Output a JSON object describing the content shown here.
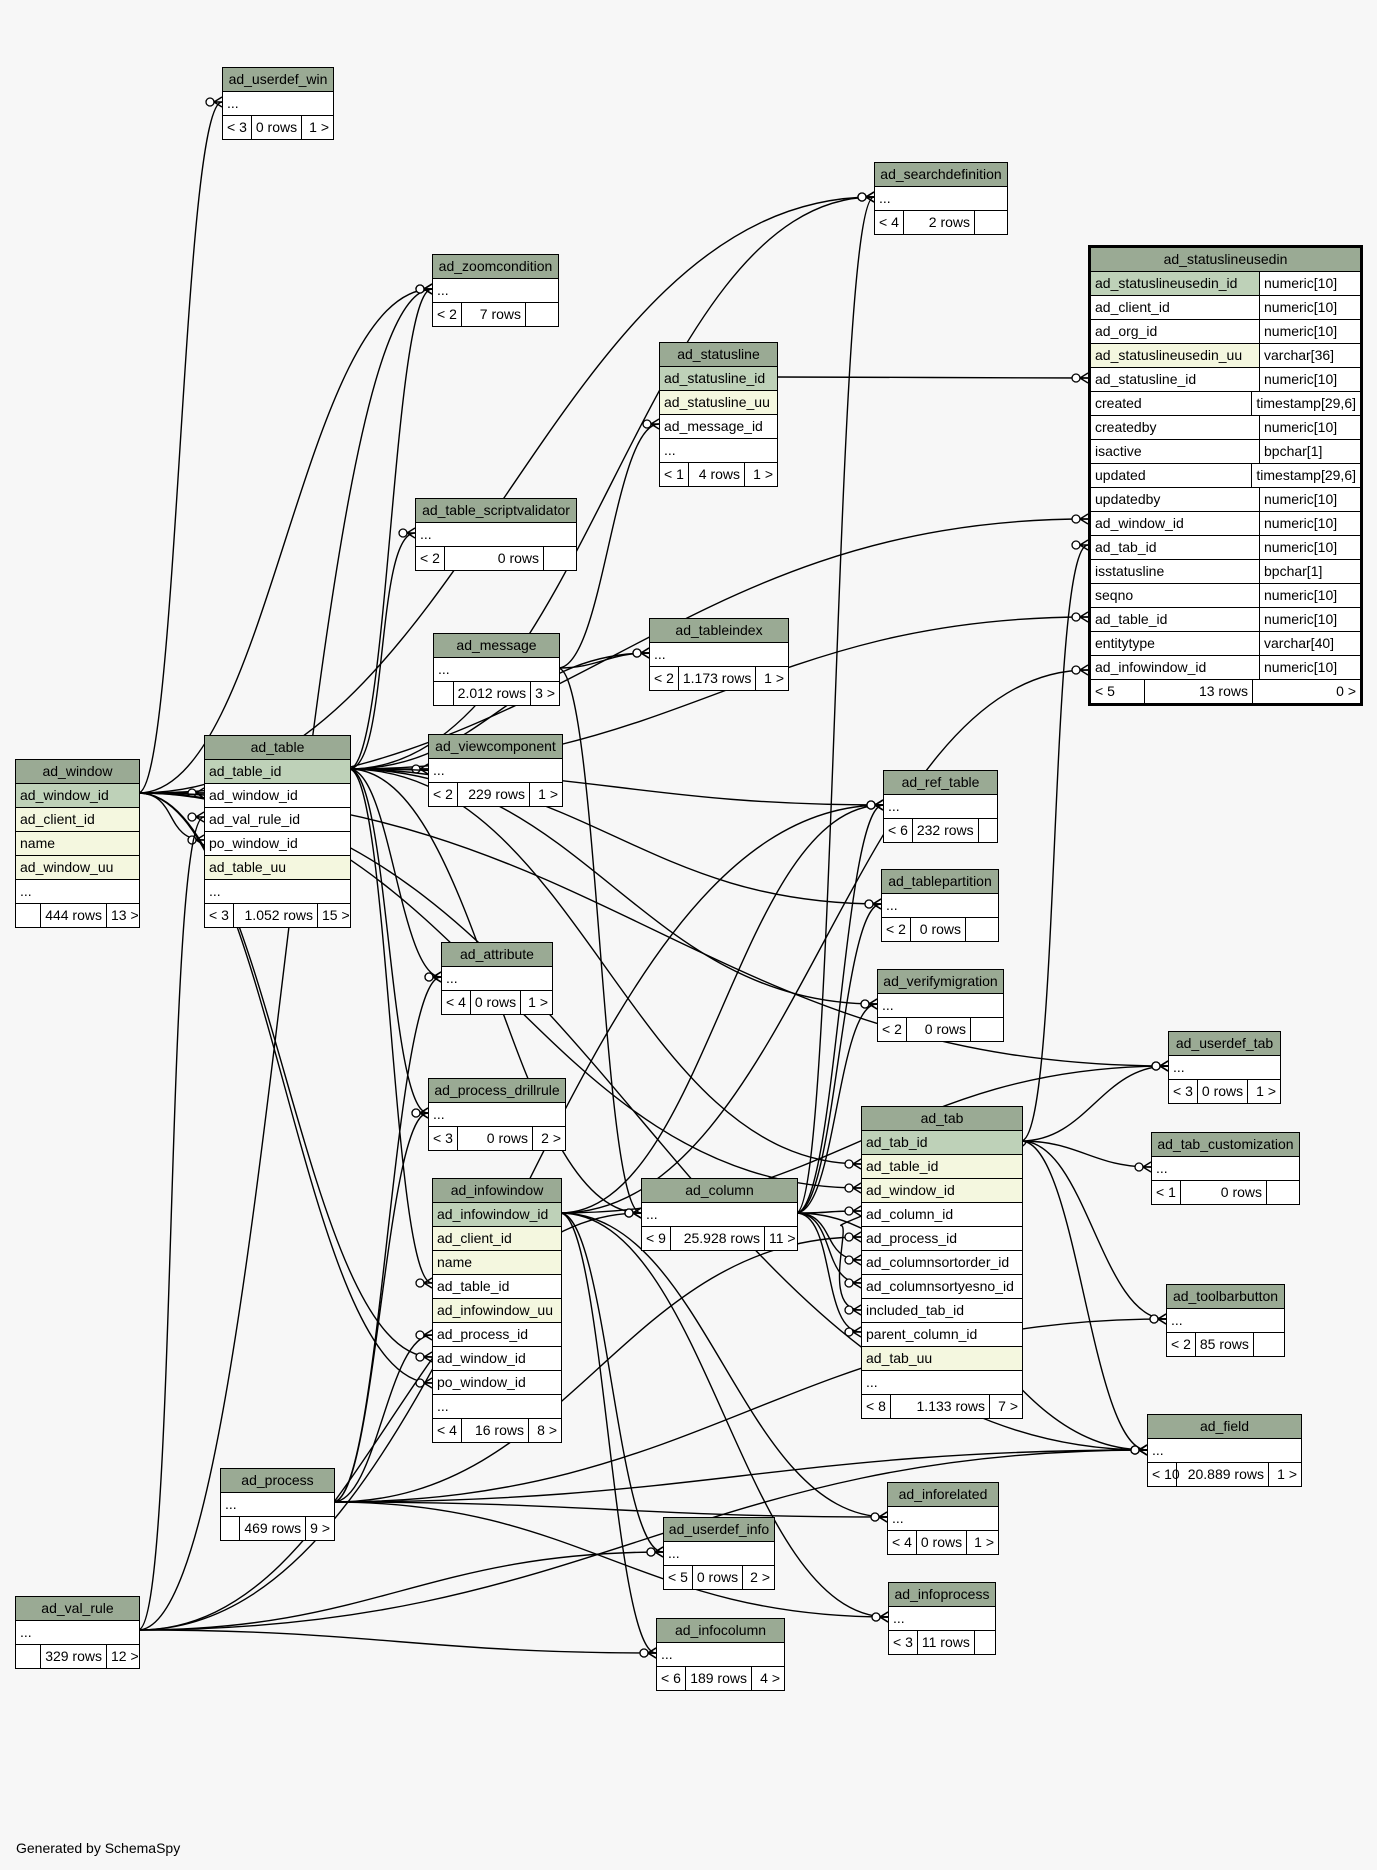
{
  "footer": {
    "credit": "Generated by SchemaSpy"
  },
  "tables": {
    "ad_userdef_win": {
      "title": "ad_userdef_win",
      "rows": [
        {
          "text": "..."
        }
      ],
      "foot": [
        "< 3",
        "0 rows",
        "1 >"
      ]
    },
    "ad_searchdefinition": {
      "title": "ad_searchdefinition",
      "rows": [
        {
          "text": "..."
        }
      ],
      "foot": [
        "< 4",
        "2 rows",
        ""
      ]
    },
    "ad_zoomcondition": {
      "title": "ad_zoomcondition",
      "rows": [
        {
          "text": "..."
        }
      ],
      "foot": [
        "< 2",
        "7 rows",
        ""
      ]
    },
    "ad_statusline": {
      "title": "ad_statusline",
      "rows": [
        {
          "text": "ad_statusline_id",
          "kind": "pk"
        },
        {
          "text": "ad_statusline_uu",
          "kind": "idx"
        },
        {
          "text": "ad_message_id"
        },
        {
          "text": "..."
        }
      ],
      "foot": [
        "< 1",
        "4 rows",
        "1 >"
      ]
    },
    "ad_table_scriptvalidator": {
      "title": "ad_table_scriptvalidator",
      "rows": [
        {
          "text": "..."
        }
      ],
      "foot": [
        "< 2",
        "0 rows",
        ""
      ]
    },
    "ad_message": {
      "title": "ad_message",
      "rows": [
        {
          "text": "..."
        }
      ],
      "foot": [
        "",
        "2.012 rows",
        "3 >"
      ]
    },
    "ad_tableindex": {
      "title": "ad_tableindex",
      "rows": [
        {
          "text": "..."
        }
      ],
      "foot": [
        "< 2",
        "1.173 rows",
        "1 >"
      ]
    },
    "ad_window": {
      "title": "ad_window",
      "rows": [
        {
          "text": "ad_window_id",
          "kind": "pk"
        },
        {
          "text": "ad_client_id",
          "kind": "idx"
        },
        {
          "text": "name",
          "kind": "idx"
        },
        {
          "text": "ad_window_uu",
          "kind": "idx"
        },
        {
          "text": "..."
        }
      ],
      "foot": [
        "",
        "444 rows",
        "13 >"
      ]
    },
    "ad_table": {
      "title": "ad_table",
      "rows": [
        {
          "text": "ad_table_id",
          "kind": "pk"
        },
        {
          "text": "ad_window_id"
        },
        {
          "text": "ad_val_rule_id"
        },
        {
          "text": "po_window_id"
        },
        {
          "text": "ad_table_uu",
          "kind": "idx"
        },
        {
          "text": "..."
        }
      ],
      "foot": [
        "< 3",
        "1.052 rows",
        "15 >"
      ]
    },
    "ad_viewcomponent": {
      "title": "ad_viewcomponent",
      "rows": [
        {
          "text": "..."
        }
      ],
      "foot": [
        "< 2",
        "229 rows",
        "1 >"
      ]
    },
    "ad_ref_table": {
      "title": "ad_ref_table",
      "rows": [
        {
          "text": "..."
        }
      ],
      "foot": [
        "< 6",
        "232 rows",
        ""
      ]
    },
    "ad_tablepartition": {
      "title": "ad_tablepartition",
      "rows": [
        {
          "text": "..."
        }
      ],
      "foot": [
        "< 2",
        "0 rows",
        ""
      ]
    },
    "ad_attribute": {
      "title": "ad_attribute",
      "rows": [
        {
          "text": "..."
        }
      ],
      "foot": [
        "< 4",
        "0 rows",
        "1 >"
      ]
    },
    "ad_verifymigration": {
      "title": "ad_verifymigration",
      "rows": [
        {
          "text": "..."
        }
      ],
      "foot": [
        "< 2",
        "0 rows",
        ""
      ]
    },
    "ad_userdef_tab": {
      "title": "ad_userdef_tab",
      "rows": [
        {
          "text": "..."
        }
      ],
      "foot": [
        "< 3",
        "0 rows",
        "1 >"
      ]
    },
    "ad_process_drillrule": {
      "title": "ad_process_drillrule",
      "rows": [
        {
          "text": "..."
        }
      ],
      "foot": [
        "< 3",
        "0 rows",
        "2 >"
      ]
    },
    "ad_tab": {
      "title": "ad_tab",
      "rows": [
        {
          "text": "ad_tab_id",
          "kind": "pk"
        },
        {
          "text": "ad_table_id",
          "kind": "idx"
        },
        {
          "text": "ad_window_id",
          "kind": "idx"
        },
        {
          "text": "ad_column_id"
        },
        {
          "text": "ad_process_id"
        },
        {
          "text": "ad_columnsortorder_id"
        },
        {
          "text": "ad_columnsortyesno_id"
        },
        {
          "text": "included_tab_id"
        },
        {
          "text": "parent_column_id"
        },
        {
          "text": "ad_tab_uu",
          "kind": "idx"
        },
        {
          "text": "..."
        }
      ],
      "foot": [
        "< 8",
        "1.133 rows",
        "7 >"
      ]
    },
    "ad_tab_customization": {
      "title": "ad_tab_customization",
      "rows": [
        {
          "text": "..."
        }
      ],
      "foot": [
        "< 1",
        "0 rows",
        ""
      ]
    },
    "ad_infowindow": {
      "title": "ad_infowindow",
      "rows": [
        {
          "text": "ad_infowindow_id",
          "kind": "pk"
        },
        {
          "text": "ad_client_id",
          "kind": "idx"
        },
        {
          "text": "name",
          "kind": "idx"
        },
        {
          "text": "ad_table_id"
        },
        {
          "text": "ad_infowindow_uu",
          "kind": "idx"
        },
        {
          "text": "ad_process_id"
        },
        {
          "text": "ad_window_id"
        },
        {
          "text": "po_window_id"
        },
        {
          "text": "..."
        }
      ],
      "foot": [
        "< 4",
        "16 rows",
        "8 >"
      ]
    },
    "ad_column": {
      "title": "ad_column",
      "rows": [
        {
          "text": "..."
        }
      ],
      "foot": [
        "< 9",
        "25.928 rows",
        "11 >"
      ]
    },
    "ad_toolbarbutton": {
      "title": "ad_toolbarbutton",
      "rows": [
        {
          "text": "..."
        }
      ],
      "foot": [
        "< 2",
        "85 rows",
        ""
      ]
    },
    "ad_field": {
      "title": "ad_field",
      "rows": [
        {
          "text": "..."
        }
      ],
      "foot": [
        "< 10",
        "20.889 rows",
        "1 >"
      ]
    },
    "ad_process": {
      "title": "ad_process",
      "rows": [
        {
          "text": "..."
        }
      ],
      "foot": [
        "",
        "469 rows",
        "9 >"
      ]
    },
    "ad_inforelated": {
      "title": "ad_inforelated",
      "rows": [
        {
          "text": "..."
        }
      ],
      "foot": [
        "< 4",
        "0 rows",
        "1 >"
      ]
    },
    "ad_userdef_info": {
      "title": "ad_userdef_info",
      "rows": [
        {
          "text": "..."
        }
      ],
      "foot": [
        "< 5",
        "0 rows",
        "2 >"
      ]
    },
    "ad_infoprocess": {
      "title": "ad_infoprocess",
      "rows": [
        {
          "text": "..."
        }
      ],
      "foot": [
        "< 3",
        "11 rows",
        ""
      ]
    },
    "ad_val_rule": {
      "title": "ad_val_rule",
      "rows": [
        {
          "text": "..."
        }
      ],
      "foot": [
        "",
        "329 rows",
        "12 >"
      ]
    },
    "ad_infocolumn": {
      "title": "ad_infocolumn",
      "rows": [
        {
          "text": "..."
        }
      ],
      "foot": [
        "< 6",
        "189 rows",
        "4 >"
      ]
    }
  },
  "focus_table": {
    "title": "ad_statuslineusedin",
    "columns": [
      {
        "name": "ad_statuslineusedin_id",
        "type": "numeric[10]",
        "kind": "pk"
      },
      {
        "name": "ad_client_id",
        "type": "numeric[10]"
      },
      {
        "name": "ad_org_id",
        "type": "numeric[10]"
      },
      {
        "name": "ad_statuslineusedin_uu",
        "type": "varchar[36]",
        "kind": "idx"
      },
      {
        "name": "ad_statusline_id",
        "type": "numeric[10]"
      },
      {
        "name": "created",
        "type": "timestamp[29,6]"
      },
      {
        "name": "createdby",
        "type": "numeric[10]"
      },
      {
        "name": "isactive",
        "type": "bpchar[1]"
      },
      {
        "name": "updated",
        "type": "timestamp[29,6]"
      },
      {
        "name": "updatedby",
        "type": "numeric[10]"
      },
      {
        "name": "ad_window_id",
        "type": "numeric[10]"
      },
      {
        "name": "ad_tab_id",
        "type": "numeric[10]"
      },
      {
        "name": "isstatusline",
        "type": "bpchar[1]"
      },
      {
        "name": "seqno",
        "type": "numeric[10]"
      },
      {
        "name": "ad_table_id",
        "type": "numeric[10]"
      },
      {
        "name": "entitytype",
        "type": "varchar[40]"
      },
      {
        "name": "ad_infowindow_id",
        "type": "numeric[10]"
      }
    ],
    "foot": [
      "< 5",
      "13 rows",
      "0 >"
    ]
  }
}
